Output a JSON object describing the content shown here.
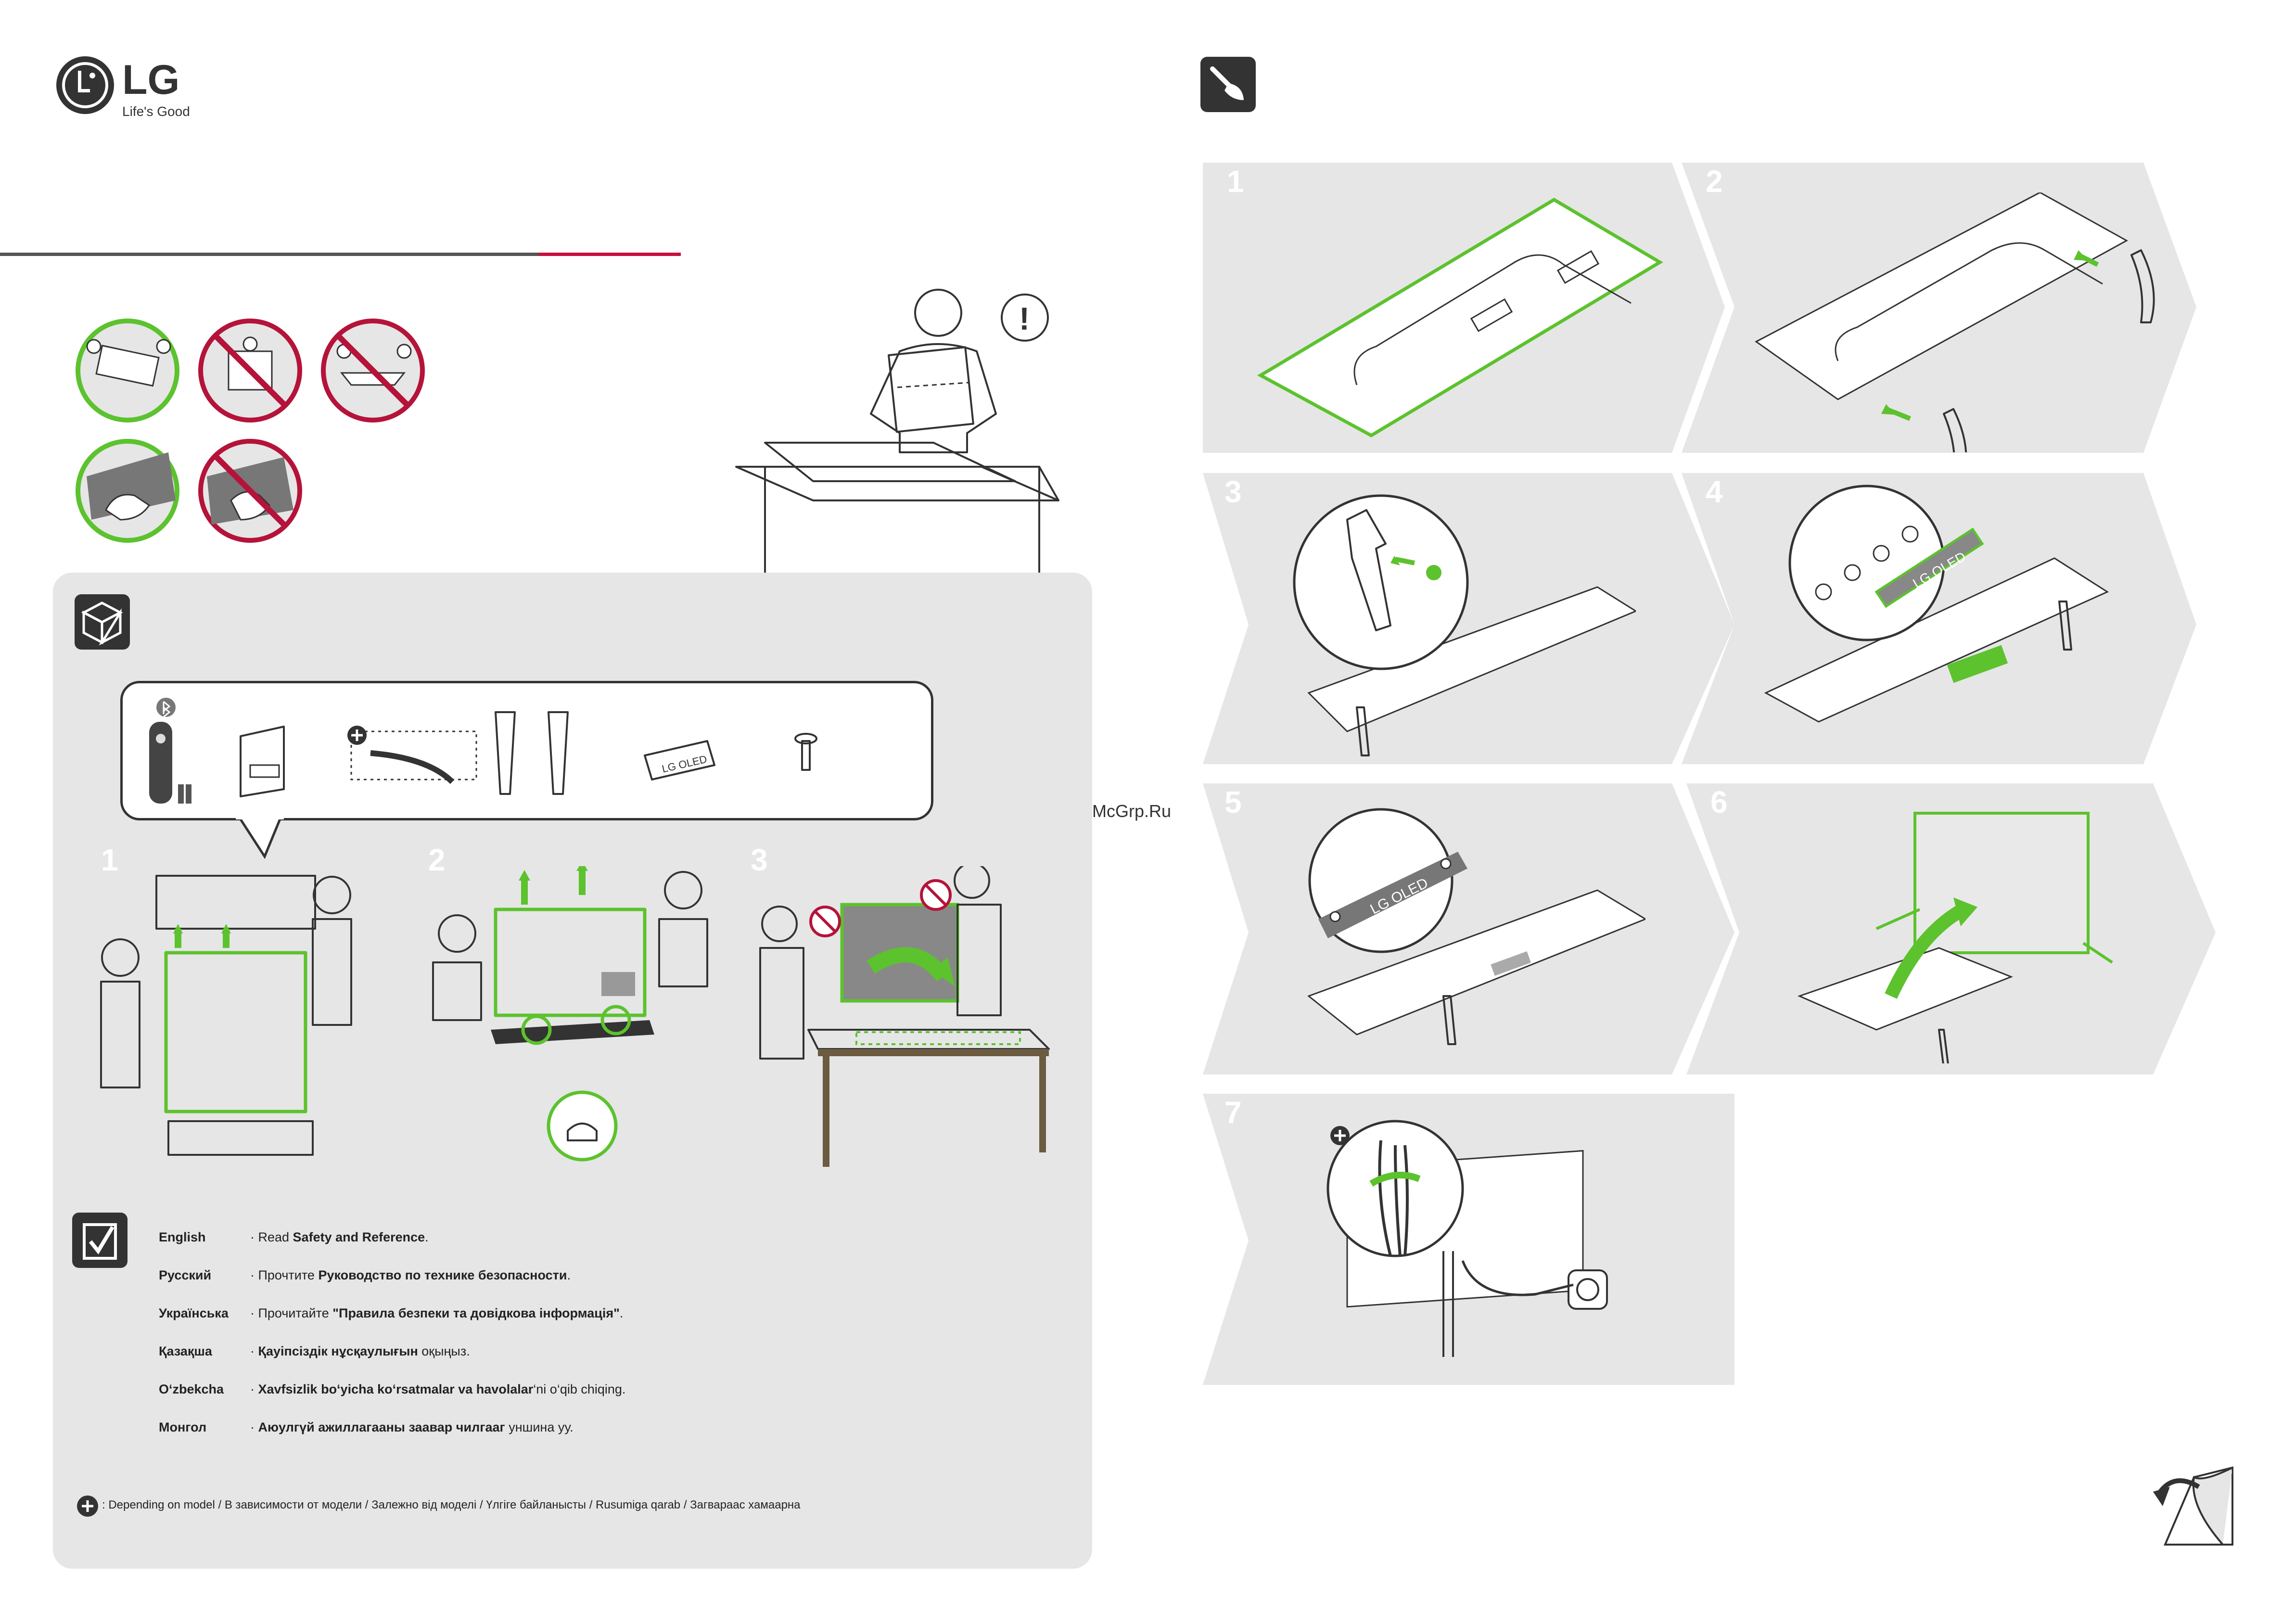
{
  "brand": {
    "logo_letters": "LG",
    "tagline": "Life's Good"
  },
  "colors": {
    "accent_green": "#5cc22e",
    "prohibit_red": "#b5133a",
    "brand_red": "#c8103e",
    "panel_grey": "#e6e6e6"
  },
  "icons": {
    "install": "screwdriver-icon",
    "unbox": "box-icon",
    "read": "checklist-icon",
    "depending": "plus-circle-icon",
    "page_turn": "page-turn-icon"
  },
  "accessories": {
    "box_label": "LG OLED"
  },
  "unbox_steps": [
    "1",
    "2",
    "3"
  ],
  "install_steps": [
    "1",
    "2",
    "3",
    "4",
    "5",
    "6",
    "7"
  ],
  "step5_label": "LG OLED",
  "step4_label": "LG OLED",
  "read_section": {
    "rows": [
      {
        "lang": "English",
        "prefix": "· Read ",
        "bold": "Safety and Reference",
        "suffix": "."
      },
      {
        "lang": "Русский",
        "prefix": "· Прочтите ",
        "bold": "Руководство по технике безопасности",
        "suffix": "."
      },
      {
        "lang": "Українська",
        "prefix": "· Прочитайте ",
        "bold": "\"Правила безпеки та довідкова інформація\"",
        "suffix": "."
      },
      {
        "lang": "Қазақша",
        "prefix": "· ",
        "bold": "Қауіпсіздік нұсқаулығын",
        "suffix": " оқыңыз."
      },
      {
        "lang": "O‘zbekcha",
        "prefix": "· ",
        "bold": "Xavfsizlik bo‘yicha ko‘rsatmalar va havolalar",
        "suffix": "‘ni o‘qib chiqing."
      },
      {
        "lang": "Монгол",
        "prefix": "· ",
        "bold": "Аюулгүй ажиллагааны заавар чилгааг",
        "suffix": " уншина уу."
      }
    ]
  },
  "footnote": ": Depending on model / В зависимости от модели / Залежно від моделі / Үлгіге байланысты / Rusumiga qarab / Загвараас хамаарна",
  "watermark": "McGrp.Ru"
}
